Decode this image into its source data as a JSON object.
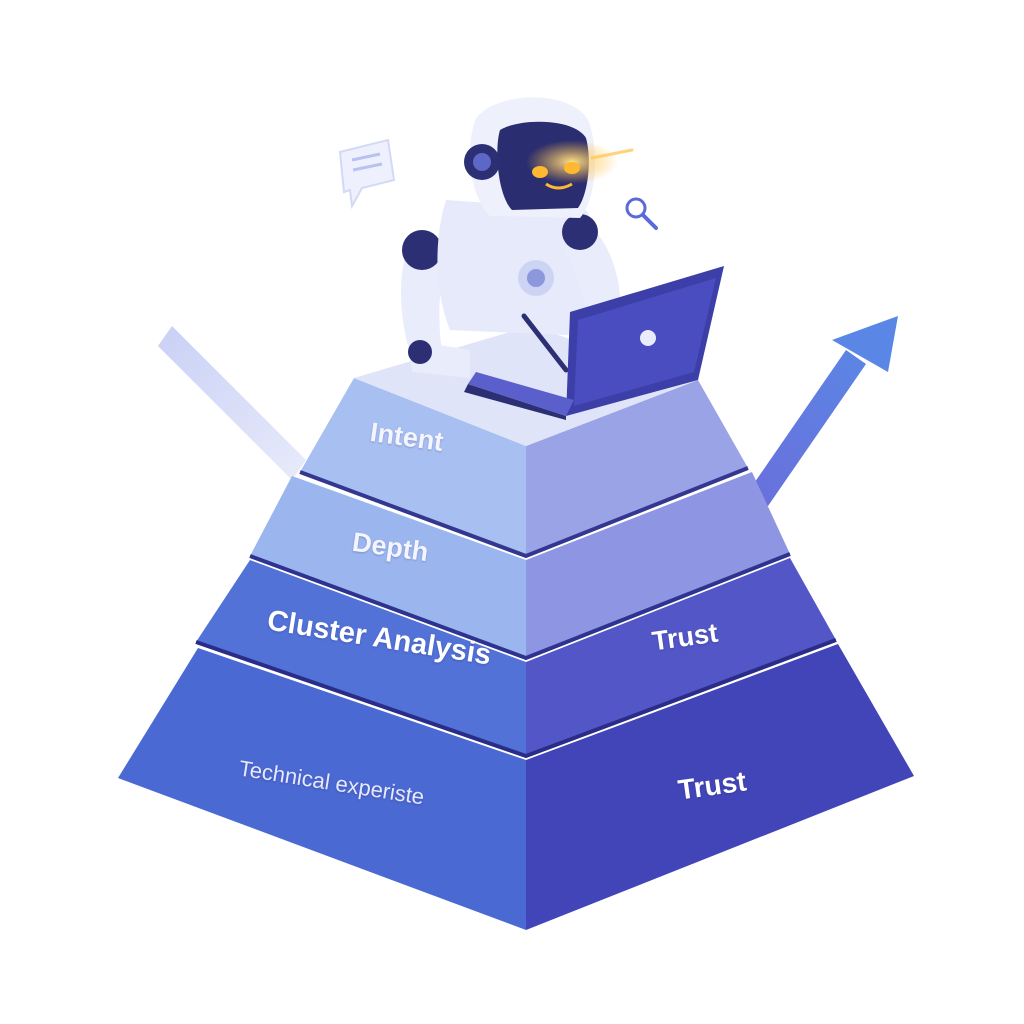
{
  "pyramid": {
    "left_face": {
      "tier1": "Intent",
      "tier2": "Depth",
      "tier3": "Cluster Analysis",
      "tier4": "Technical experiste"
    },
    "right_face": {
      "tier3": "Trust",
      "tier4": "Trust"
    }
  },
  "icons": [
    "robot-icon",
    "laptop-icon",
    "speech-bubble-icon",
    "magnifier-icon",
    "arrow-down-icon",
    "arrow-up-icon"
  ],
  "colors": {
    "tier_top": "#a9b7ec",
    "tier_mid": "#6f7fdf",
    "tier_bottom": "#4b53c4",
    "robot_body": "#e8ecfb",
    "robot_dark": "#2c2f74",
    "eye_glow": "#ffb830",
    "arrow": "#5b6fe0"
  }
}
